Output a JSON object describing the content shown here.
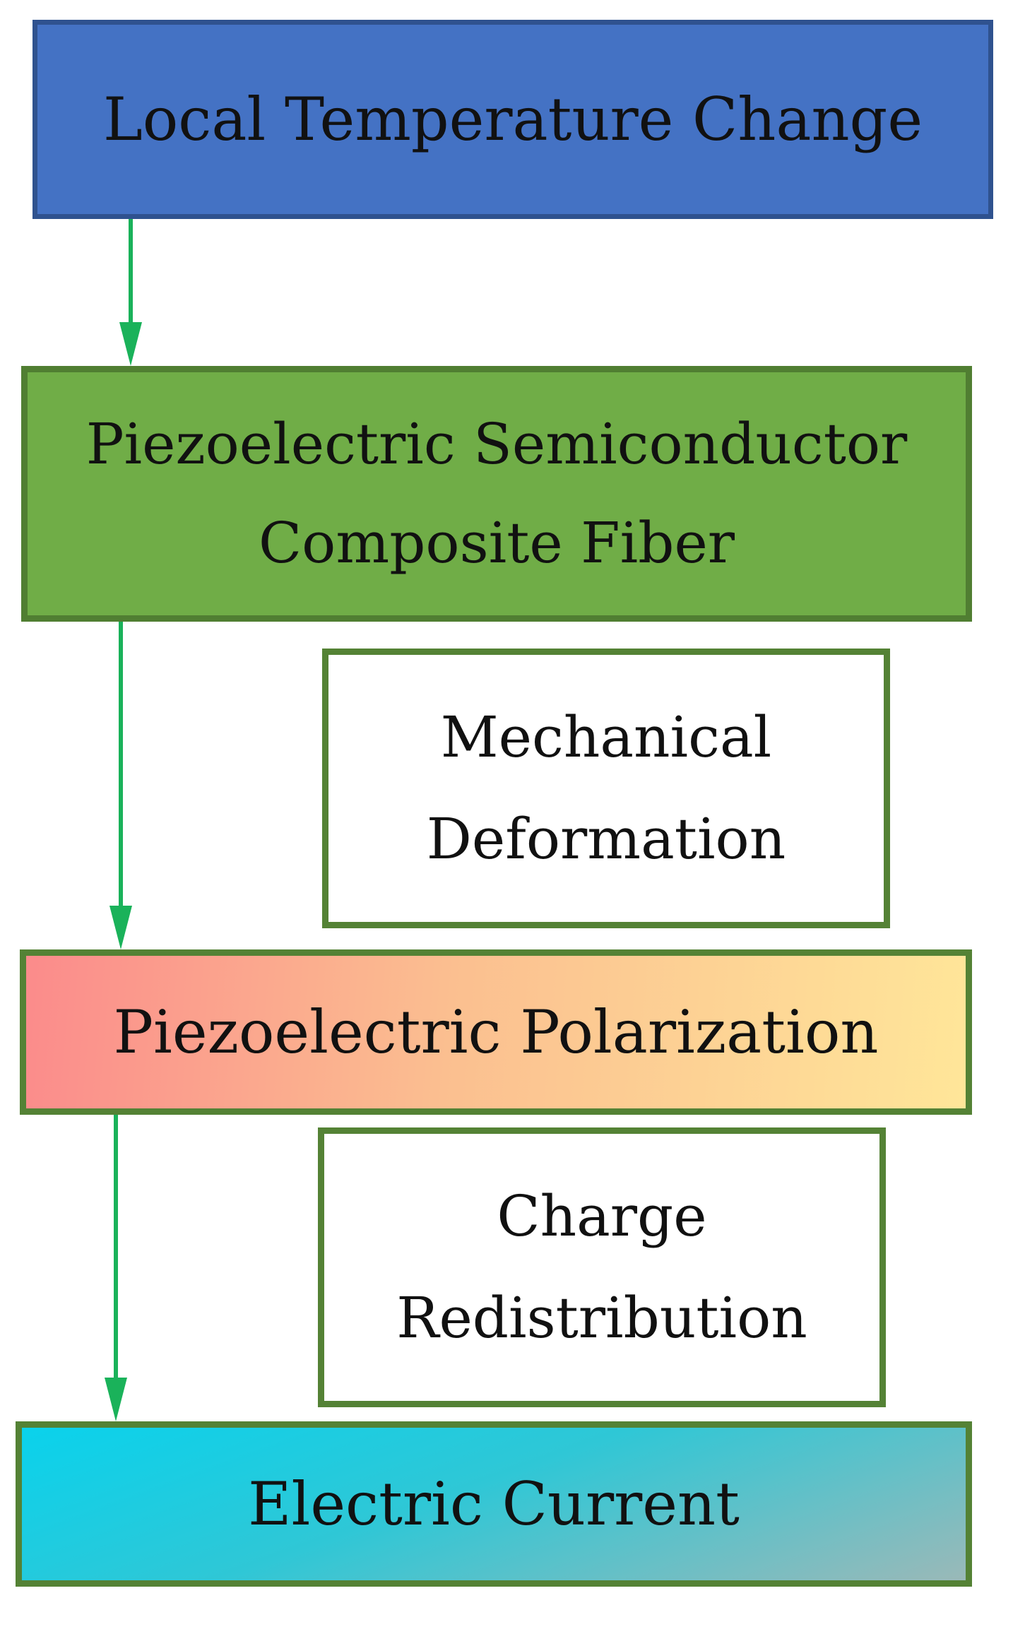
{
  "diagram": {
    "nodes": {
      "temperature": "Local Temperature Change",
      "fiber": [
        "Piezoelectric Semiconductor",
        "Composite Fiber"
      ],
      "mechanical": [
        "Mechanical",
        "Deformation"
      ],
      "polarization": "Piezoelectric Polarization",
      "charge": [
        "Charge",
        "Redistribution"
      ],
      "current": "Electric Current"
    },
    "edges": [
      {
        "from": "temperature",
        "to": "fiber"
      },
      {
        "from": "fiber",
        "to": "polarization"
      },
      {
        "from": "polarization",
        "to": "current"
      }
    ],
    "colors": {
      "temperature_fill": "#4472c4",
      "fiber_fill": "#70ad47",
      "box_border": "#548235",
      "arrow": "#1ab25a",
      "polarization_gradient": [
        "#fb8b8b",
        "#ffe699"
      ],
      "current_gradient": [
        "#0ad2ec",
        "#9ab9b8"
      ]
    }
  }
}
